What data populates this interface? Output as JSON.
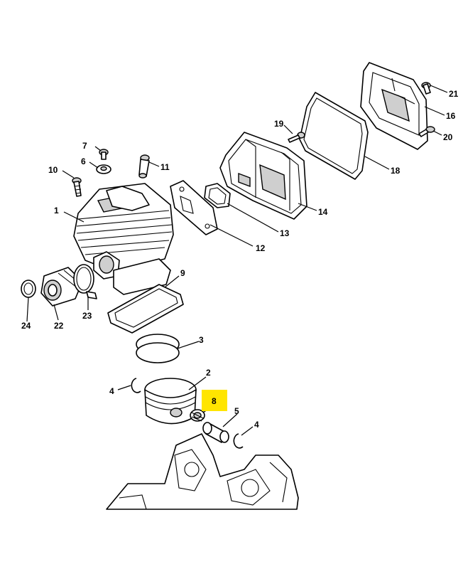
{
  "diagram": {
    "highlight_color": "#ffe500",
    "highlighted_callout": "8",
    "callouts": [
      {
        "id": "c1",
        "text": "1"
      },
      {
        "id": "c2",
        "text": "2"
      },
      {
        "id": "c3",
        "text": "3"
      },
      {
        "id": "c4a",
        "text": "4"
      },
      {
        "id": "c4b",
        "text": "4"
      },
      {
        "id": "c5",
        "text": "5"
      },
      {
        "id": "c6",
        "text": "6"
      },
      {
        "id": "c7",
        "text": "7"
      },
      {
        "id": "c8",
        "text": "8"
      },
      {
        "id": "c9",
        "text": "9"
      },
      {
        "id": "c10",
        "text": "10"
      },
      {
        "id": "c11",
        "text": "11"
      },
      {
        "id": "c12",
        "text": "12"
      },
      {
        "id": "c13",
        "text": "13"
      },
      {
        "id": "c14",
        "text": "14"
      },
      {
        "id": "c16",
        "text": "16"
      },
      {
        "id": "c18",
        "text": "18"
      },
      {
        "id": "c19",
        "text": "19"
      },
      {
        "id": "c20",
        "text": "20"
      },
      {
        "id": "c21",
        "text": "21"
      },
      {
        "id": "c22",
        "text": "22"
      },
      {
        "id": "c23",
        "text": "23"
      },
      {
        "id": "c24",
        "text": "24"
      }
    ]
  }
}
